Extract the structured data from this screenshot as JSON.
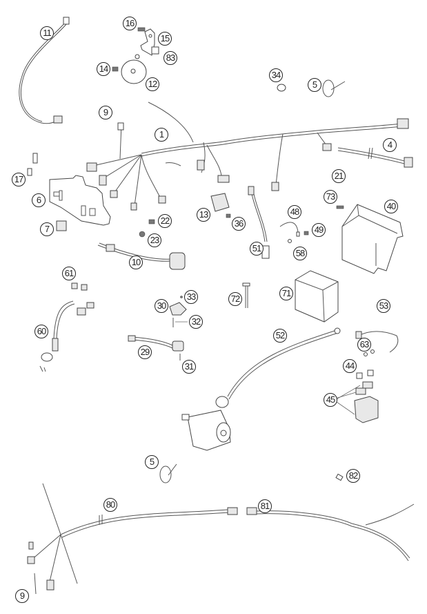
{
  "diagram": {
    "title": "Wiring harness exploded parts view",
    "callouts": [
      {
        "id": "c11",
        "label": "11"
      },
      {
        "id": "c16",
        "label": "16"
      },
      {
        "id": "c15",
        "label": "15"
      },
      {
        "id": "c83",
        "label": "83"
      },
      {
        "id": "c14",
        "label": "14"
      },
      {
        "id": "c12",
        "label": "12"
      },
      {
        "id": "c34",
        "label": "34"
      },
      {
        "id": "c5a",
        "label": "5"
      },
      {
        "id": "c9a",
        "label": "9"
      },
      {
        "id": "c1",
        "label": "1"
      },
      {
        "id": "c4",
        "label": "4"
      },
      {
        "id": "c17",
        "label": "17"
      },
      {
        "id": "c21",
        "label": "21"
      },
      {
        "id": "c6",
        "label": "6"
      },
      {
        "id": "c73",
        "label": "73"
      },
      {
        "id": "c40",
        "label": "40"
      },
      {
        "id": "c13",
        "label": "13"
      },
      {
        "id": "c22",
        "label": "22"
      },
      {
        "id": "c36",
        "label": "36"
      },
      {
        "id": "c48",
        "label": "48"
      },
      {
        "id": "c7",
        "label": "7"
      },
      {
        "id": "c23",
        "label": "23"
      },
      {
        "id": "c49",
        "label": "49"
      },
      {
        "id": "c51",
        "label": "51"
      },
      {
        "id": "c58",
        "label": "58"
      },
      {
        "id": "c10",
        "label": "10"
      },
      {
        "id": "c61",
        "label": "61"
      },
      {
        "id": "c33",
        "label": "33"
      },
      {
        "id": "c71",
        "label": "71"
      },
      {
        "id": "c72",
        "label": "72"
      },
      {
        "id": "c30",
        "label": "30"
      },
      {
        "id": "c32",
        "label": "32"
      },
      {
        "id": "c60",
        "label": "60"
      },
      {
        "id": "c53",
        "label": "53"
      },
      {
        "id": "c52",
        "label": "52"
      },
      {
        "id": "c29",
        "label": "29"
      },
      {
        "id": "c63",
        "label": "63"
      },
      {
        "id": "c31",
        "label": "31"
      },
      {
        "id": "c44",
        "label": "44"
      },
      {
        "id": "c45",
        "label": "45"
      },
      {
        "id": "c5b",
        "label": "5"
      },
      {
        "id": "c82",
        "label": "82"
      },
      {
        "id": "c80",
        "label": "80"
      },
      {
        "id": "c81",
        "label": "81"
      },
      {
        "id": "c9b",
        "label": "9"
      }
    ]
  }
}
